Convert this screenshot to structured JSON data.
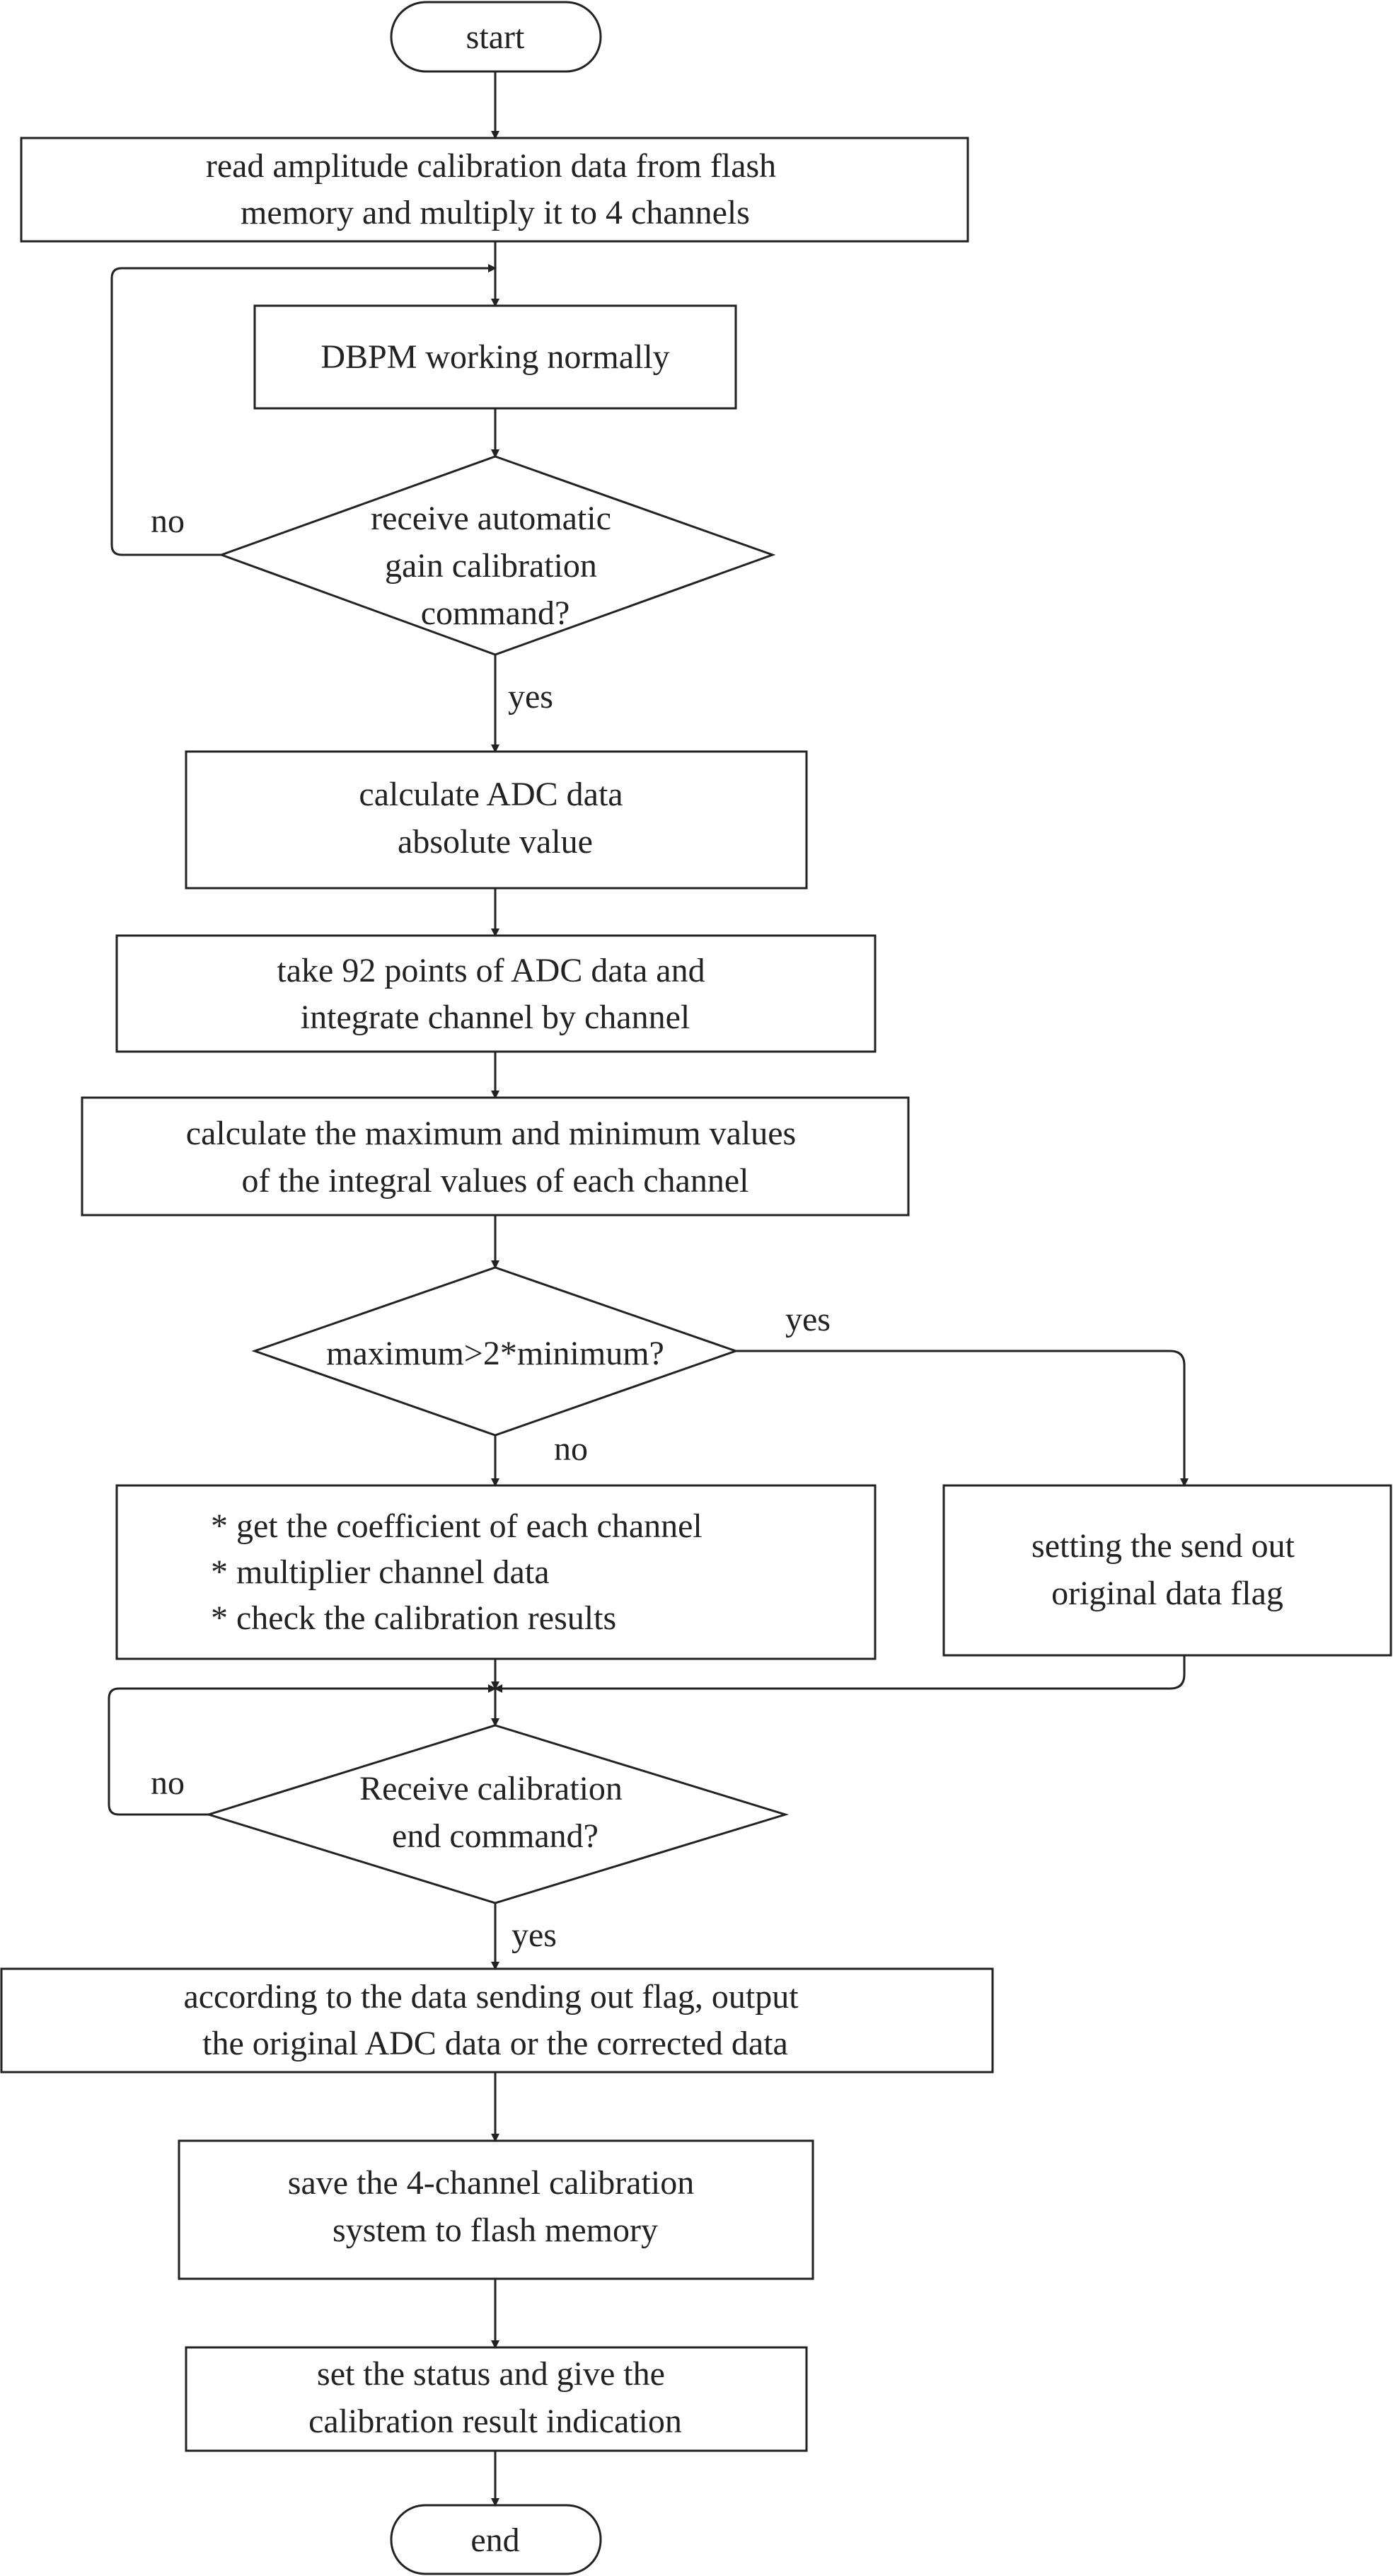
{
  "nodes": {
    "start": {
      "lines": [
        "start"
      ]
    },
    "read_flash": {
      "lines": [
        "read amplitude calibration data from flash",
        "memory and multiply it to 4 channels"
      ]
    },
    "dbpm": {
      "lines": [
        "DBPM working normally"
      ]
    },
    "receive_agc": {
      "lines": [
        "receive automatic",
        "gain calibration",
        "command?"
      ]
    },
    "calc_abs": {
      "lines": [
        "calculate ADC data",
        "absolute value"
      ]
    },
    "take_92": {
      "lines": [
        "take 92 points of ADC data and",
        "integrate channel by channel"
      ]
    },
    "calc_maxmin": {
      "lines": [
        "calculate the maximum and minimum values",
        "of the integral values of each channel"
      ]
    },
    "max_check": {
      "lines": [
        "maximum>2*minimum?"
      ]
    },
    "coeff": {
      "lines": [
        "* get the coefficient of each channel",
        "* multiplier channel data",
        "* check the calibration results"
      ]
    },
    "set_flag": {
      "lines": [
        "setting the send out",
        "original data flag"
      ]
    },
    "receive_end": {
      "lines": [
        "Receive calibration",
        "end command?"
      ]
    },
    "output": {
      "lines": [
        "according to the data sending out flag, output",
        "the original ADC data or the corrected data"
      ]
    },
    "save": {
      "lines": [
        "save the 4-channel calibration",
        "system to flash memory"
      ]
    },
    "status": {
      "lines": [
        "set the status and give the",
        "calibration result indication"
      ]
    },
    "end": {
      "lines": [
        "end"
      ]
    }
  },
  "edge_labels": {
    "agc_no": "no",
    "agc_yes": "yes",
    "max_yes": "yes",
    "max_no": "no",
    "end_no": "no",
    "end_yes": "yes"
  }
}
